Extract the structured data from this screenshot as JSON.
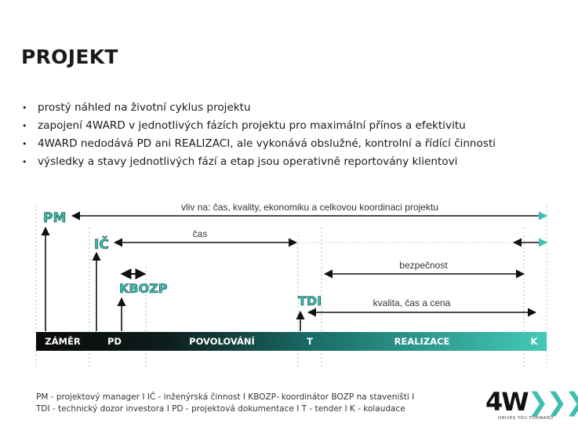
{
  "title": "PROJEKT",
  "bullets": [
    "prostý náhled na životní cyklus projektu",
    "zapojení 4WARD v jednotlivých fázích projektu pro maximální přínos a efektivitu",
    "4WARD nedodává PD ani REALIZACI, ale vykonává obslužné, kontrolní a řídící činnosti",
    "výsledky a stavy jednotlivých fází a etap jsou operativně reportovány klientovi"
  ],
  "diagram": {
    "roles": {
      "pm": "PM",
      "ic": "IČ",
      "kbozp": "KBOZP",
      "tdi": "TDI"
    },
    "arrow_labels": {
      "pm": "vliv na: čas, kvality, ekonomiku a celkovou koordinaci projektu",
      "ic": "čas",
      "safety": "bezpečnost",
      "tdi": "kvalita, čas a cena"
    },
    "phases": [
      "ZÁMĚR",
      "PD",
      "POVOLOVÁNÍ",
      "T",
      "REALIZACE",
      "K"
    ],
    "colors": {
      "accent": "#3dbfb0",
      "dark": "#111111",
      "gradient_end": "#43c9b8"
    }
  },
  "legend": {
    "line1": "PM - projektový manager  I  IČ - inženýrská činnost  I  KBOZP- koordinátor BOZP na staveništi  I",
    "line2": "TDI - technický dozor investora  I  PD - projektová dokumentace  I  T - tender  I  K - kolaudace"
  },
  "logo": {
    "mark": "4W",
    "tagline": "DRIVES YOU FORWARD"
  }
}
